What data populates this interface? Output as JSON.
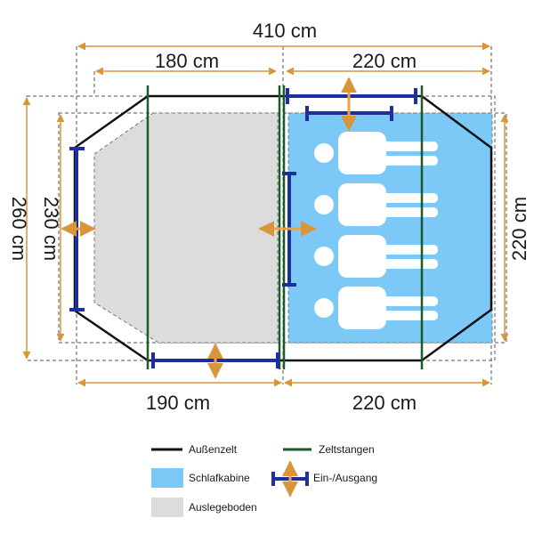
{
  "dimensions": {
    "total_width": "410 cm",
    "top_left_width": "180 cm",
    "top_right_width": "220 cm",
    "bottom_left_width": "190 cm",
    "bottom_right_width": "220 cm",
    "outer_height": "260 cm",
    "inner_height": "230 cm",
    "right_height": "220 cm"
  },
  "legend": {
    "outer_tent": "Außenzelt",
    "tent_poles": "Zeltstangen",
    "sleeping_cabin": "Schlafkabine",
    "entrance": "Ein-/Ausgang",
    "floor": "Auslegeboden"
  },
  "colors": {
    "outer_tent": "#111111",
    "tent_poles": "#1e5a2a",
    "sleeping_cabin": "#7cc8f6",
    "entrance_bar": "#1d2f9e",
    "entrance_arrow": "#f0a040",
    "floor": "#dcdcdc",
    "dimension_line": "#d9953a",
    "guide_dashes": "#555555"
  },
  "icons": {
    "person": "person-silhouette-icon",
    "entrance": "double-arrow-icon"
  },
  "sleeping_places": 4
}
